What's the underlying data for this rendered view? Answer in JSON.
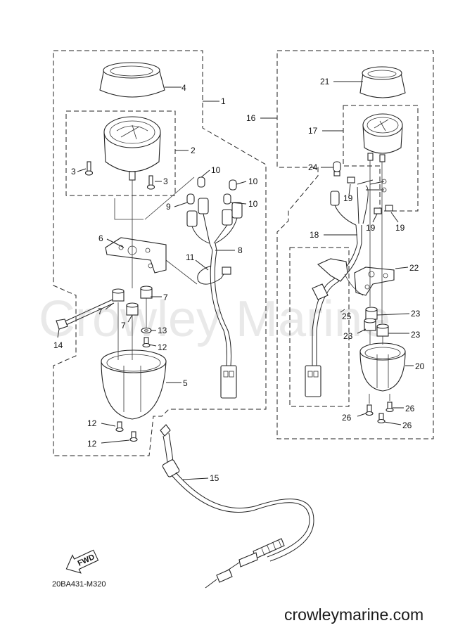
{
  "watermark": "Crowley Marine",
  "diagram_code": "20BA431-M320",
  "website": "crowleymarine.com",
  "fwd_label": "FWD",
  "callouts": {
    "c1": "1",
    "c2": "2",
    "c3a": "3",
    "c3b": "3",
    "c4": "4",
    "c5": "5",
    "c6": "6",
    "c7a": "7",
    "c7b": "7",
    "c7c": "7",
    "c8": "8",
    "c9": "9",
    "c10a": "10",
    "c10b": "10",
    "c10c": "10",
    "c11": "11",
    "c12a": "12",
    "c12b": "12",
    "c12c": "12",
    "c13": "13",
    "c14": "14",
    "c15": "15",
    "c16": "16",
    "c17": "17",
    "c18": "18",
    "c19a": "19",
    "c19b": "19",
    "c19c": "19",
    "c20": "20",
    "c21": "21",
    "c22": "22",
    "c23a": "23",
    "c23b": "23",
    "c23c": "23",
    "c24": "24",
    "c25": "25",
    "c26a": "26",
    "c26b": "26",
    "c26c": "26"
  }
}
